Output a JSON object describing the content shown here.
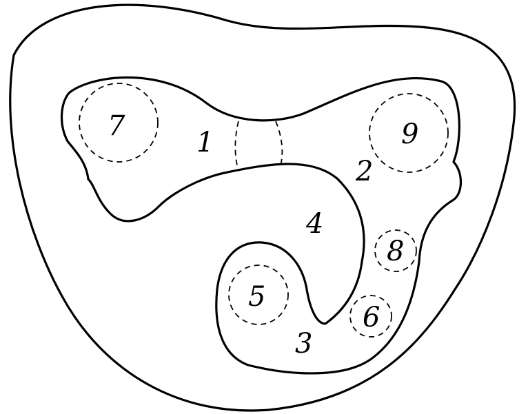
{
  "region_labels": {
    "r1": "1",
    "r2": "2",
    "r3": "3",
    "r4": "4"
  },
  "circle_labels": {
    "c5": "5",
    "c6": "6",
    "c7": "7",
    "c8": "8",
    "c9": "9"
  },
  "colors": {
    "stroke": "#000000",
    "background": "#ffffff"
  }
}
